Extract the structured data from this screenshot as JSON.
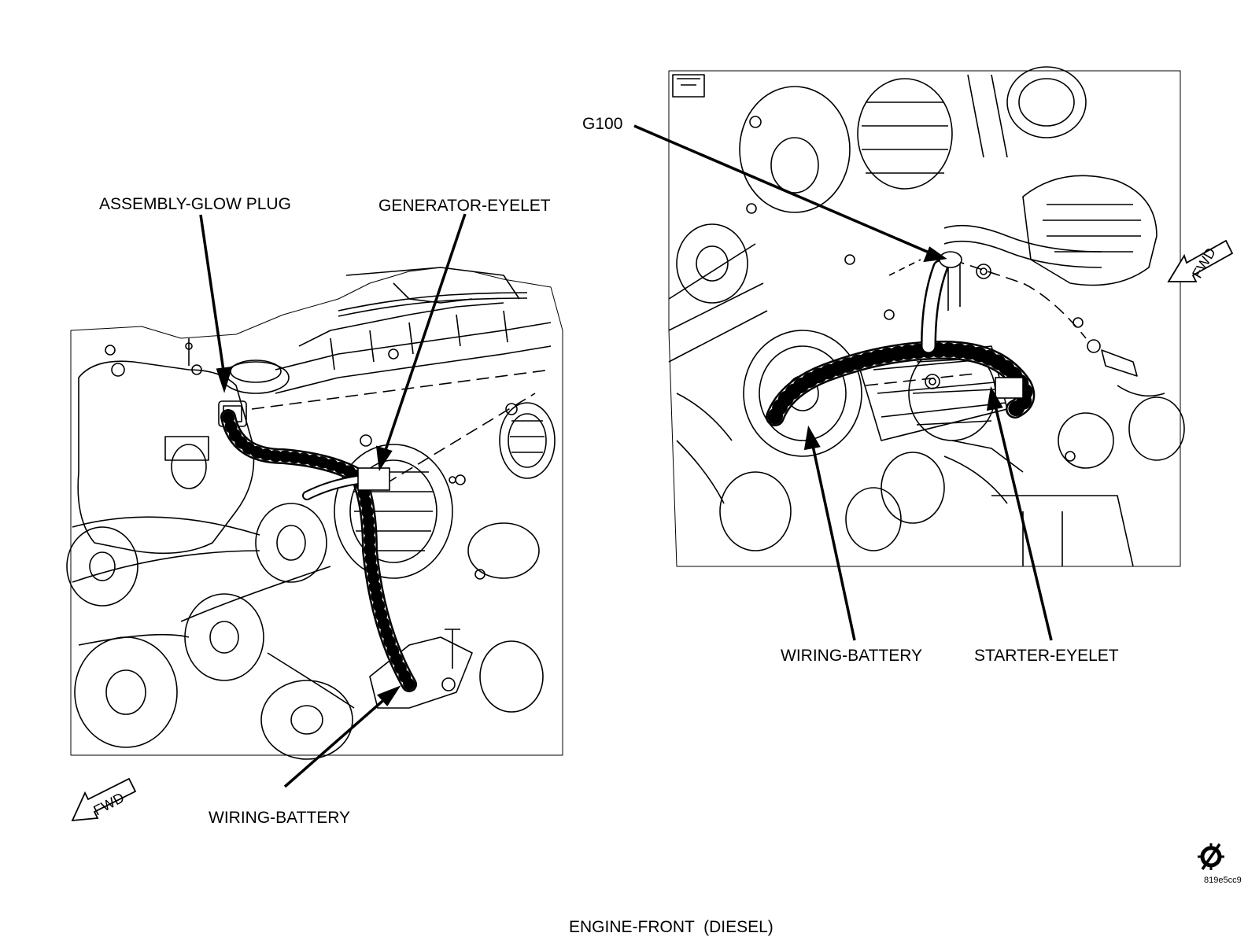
{
  "labels": {
    "glow_plug": "ASSEMBLY-GLOW PLUG",
    "generator_eyelet": "GENERATOR-EYELET",
    "wiring_battery_left": "WIRING-BATTERY",
    "g100": "G100",
    "wiring_battery_right": "WIRING-BATTERY",
    "starter_eyelet": "STARTER-EYELET"
  },
  "fwd_left": "FWD",
  "fwd_right": "FWD",
  "figure_code": "819e5cc9",
  "caption": "ENGINE-FRONT  (DIESEL)",
  "icons": {
    "service_symbol": "wrench-gear-icon",
    "fwd_arrow": "fwd-arrow-icon"
  }
}
